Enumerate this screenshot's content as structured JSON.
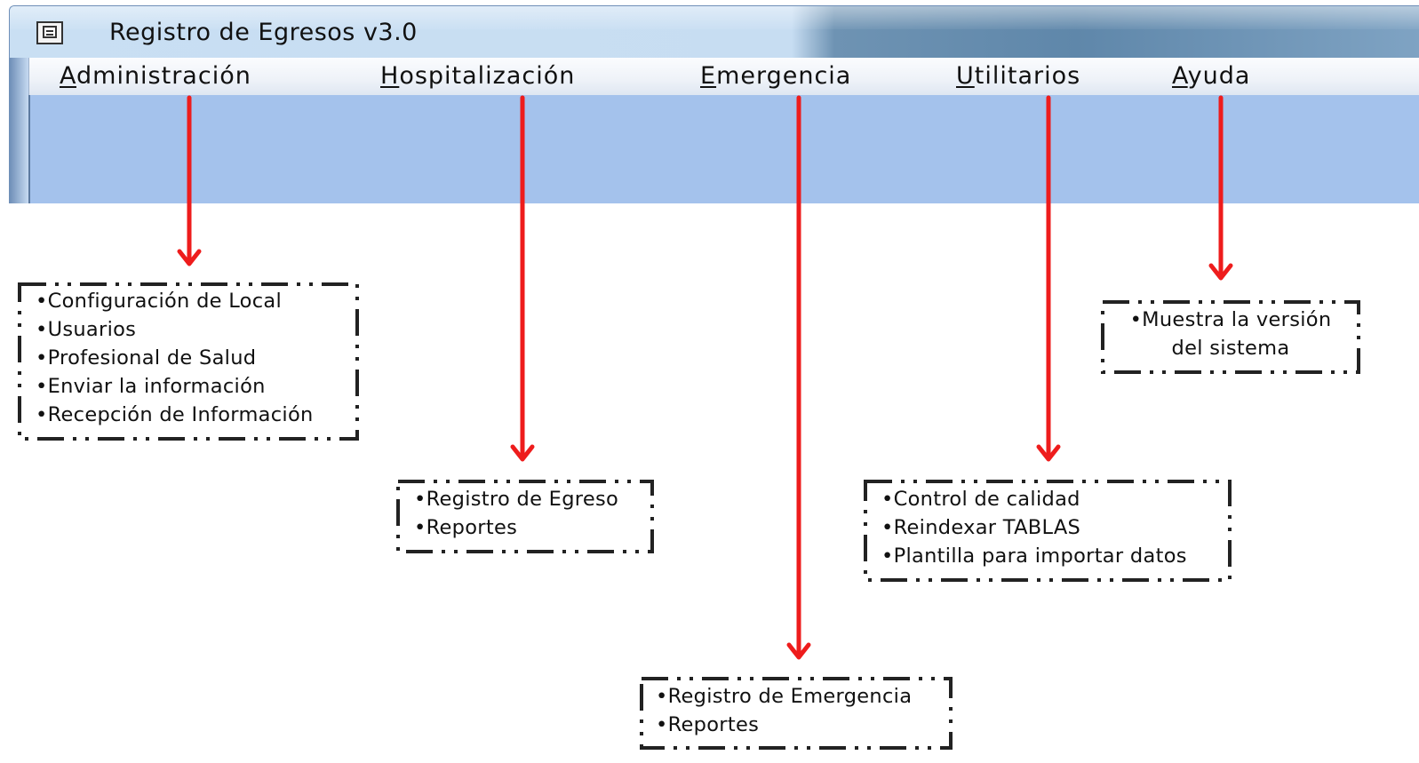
{
  "window": {
    "title": "Registro de Egresos v3.0",
    "icon": "document-icon"
  },
  "menu": {
    "items": [
      {
        "id": "administracion",
        "accel": "A",
        "rest": "dministración"
      },
      {
        "id": "hospitalizacion",
        "accel": "H",
        "rest": "ospitalización"
      },
      {
        "id": "emergencia",
        "accel": "E",
        "rest": "mergencia"
      },
      {
        "id": "utilitarios",
        "accel": "U",
        "rest": "tilitarios"
      },
      {
        "id": "ayuda",
        "accel": "A",
        "rest": "yuda"
      }
    ]
  },
  "callouts": {
    "administracion": {
      "items": [
        "Configuración de Local",
        "Usuarios",
        "Profesional de Salud",
        "Enviar la información",
        "Recepción de Información"
      ]
    },
    "hospitalizacion": {
      "items": [
        "Registro de Egreso",
        "Reportes"
      ]
    },
    "emergencia": {
      "items": [
        "Registro de Emergencia",
        "Reportes"
      ]
    },
    "utilitarios": {
      "items": [
        "Control de calidad",
        "Reindexar TABLAS",
        "Plantilla para importar datos"
      ]
    },
    "ayuda": {
      "lines": [
        "Muestra la versión",
        "del sistema"
      ]
    }
  },
  "colors": {
    "arrow": "#ee1c1c",
    "client_area": "#a4c2ec",
    "frame_border": "#222222"
  }
}
